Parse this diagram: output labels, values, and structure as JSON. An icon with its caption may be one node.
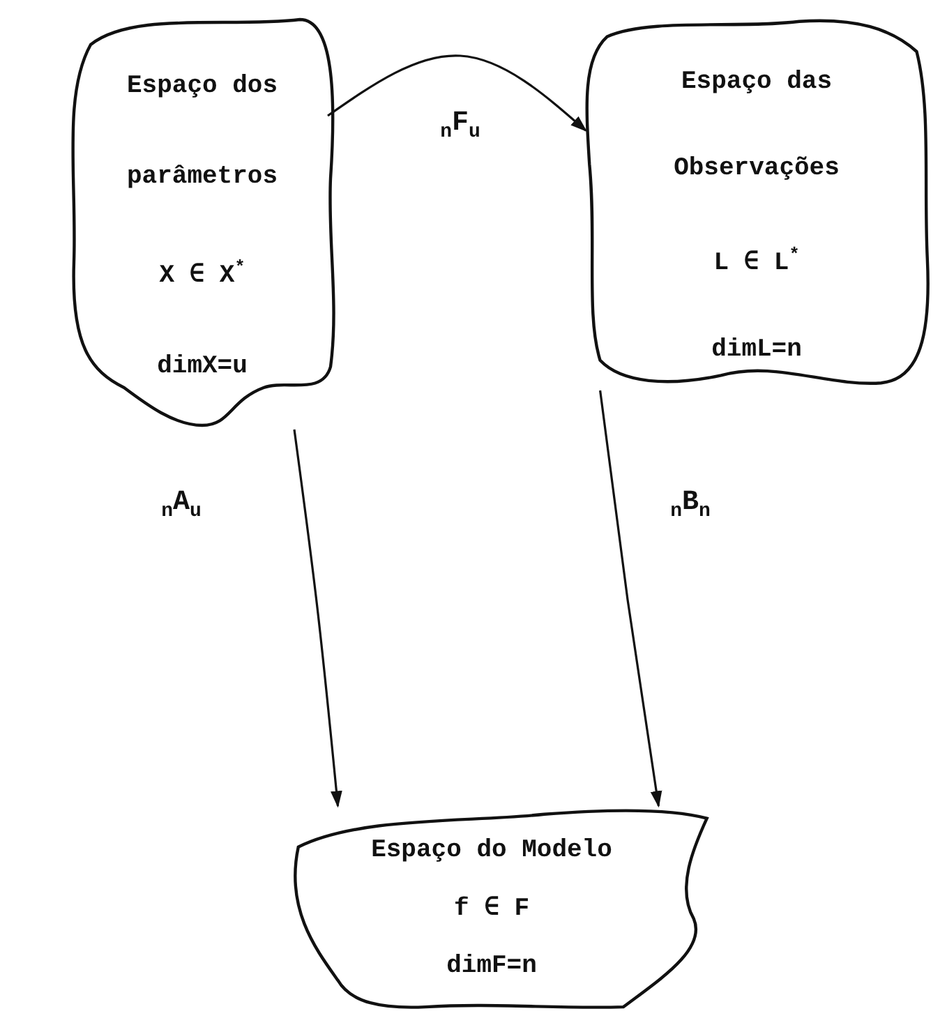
{
  "diagram": {
    "nodes": [
      {
        "text": [
          "Espaço dos parâmetros",
          "X ∈ X$^{*}$",
          "dimX=u"
        ]
      },
      {
        "text": [
          "Espaço das Observações",
          "L ∈ L$^{*}$",
          "dimL=n"
        ]
      },
      {
        "text": [
          "Espaço do Modelo",
          "f ∈ F",
          "dimF=n"
        ]
      }
    ],
    "edges": [
      {
        "from": 0,
        "to": 1,
        "arrow": "to",
        "label": "$_{n}$F$_{u}$"
      },
      {
        "from": 0,
        "to": 2,
        "arrow": "to",
        "label": "$_{n}$A$_{u}$"
      },
      {
        "from": 1,
        "to": 2,
        "arrow": "to",
        "label": "$_{n}$B$_{n}$"
      }
    ]
  }
}
